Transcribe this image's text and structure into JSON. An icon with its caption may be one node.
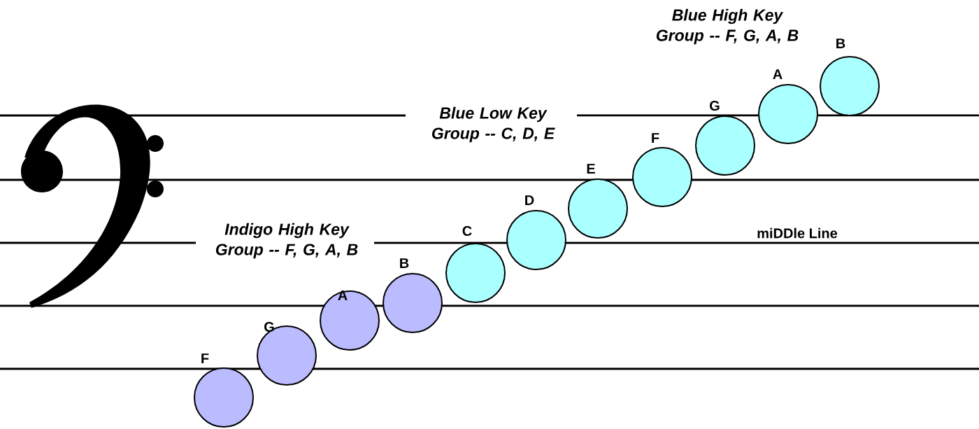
{
  "diagram": {
    "nodes": [
      {
        "text": [
          "F"
        ]
      },
      {
        "text": [
          "G"
        ]
      },
      {
        "text": [
          "A"
        ]
      },
      {
        "text": [
          "B"
        ]
      },
      {
        "text": [
          "C"
        ]
      },
      {
        "text": [
          "D"
        ]
      },
      {
        "text": [
          "E"
        ]
      },
      {
        "text": [
          "F"
        ]
      },
      {
        "text": [
          "G"
        ]
      },
      {
        "text": [
          "A"
        ]
      },
      {
        "text": [
          "B"
        ]
      }
    ],
    "labels": [
      "Blue High Key Group -- F, G, A, B",
      "Blue Low Key Group -- C, D, E",
      "Indigo High Key Group -- F, G, A, B",
      "miDDle Line"
    ]
  }
}
